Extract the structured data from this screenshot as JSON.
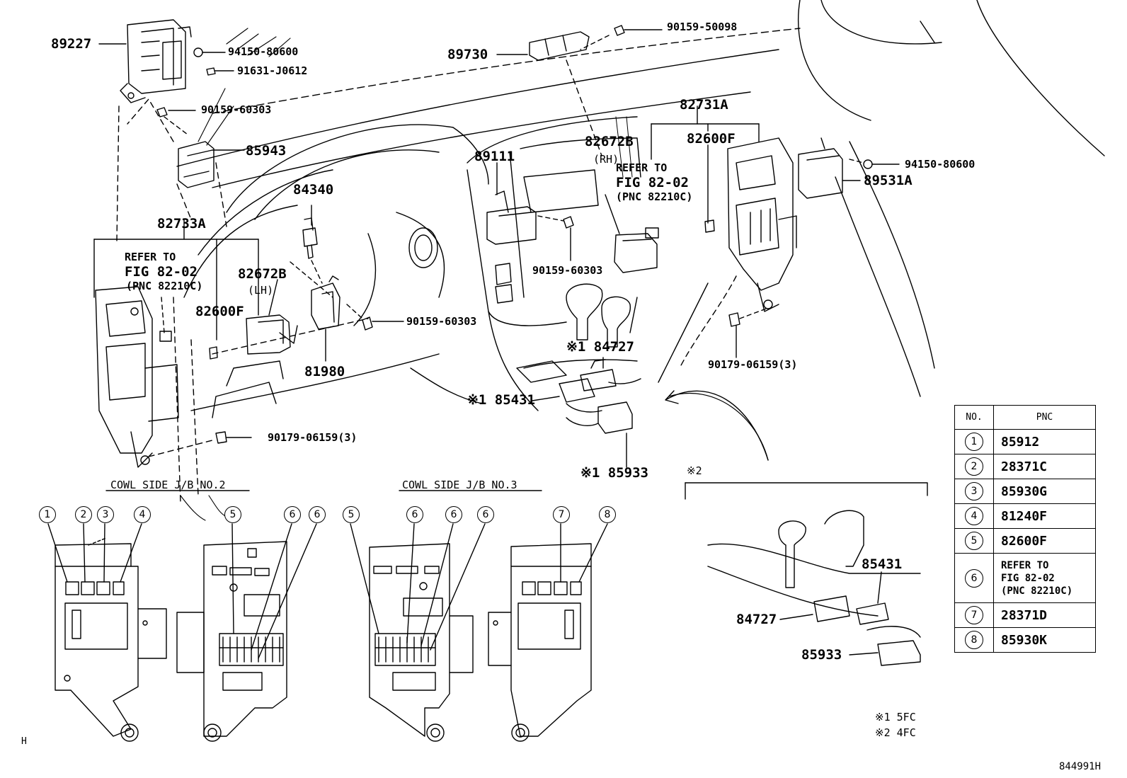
{
  "part_labels": {
    "p89227": "89227",
    "p94150_top": "94150-80600",
    "p91631": "91631-J0612",
    "p90159_60303_a": "90159-60303",
    "p85943": "85943",
    "p89730": "89730",
    "p90159_50098": "90159-50098",
    "p82731A": "82731A",
    "p82672B_rh": "82672B",
    "rh": "(RH)",
    "p82600F_r": "82600F",
    "p89111": "89111",
    "p94150_right": "94150-80600",
    "p89531A": "89531A",
    "p84340": "84340",
    "p82733A": "82733A",
    "p82672B_lh": "82672B",
    "lh": "(LH)",
    "p82600F_l": "82600F",
    "p90159_60303_b": "90159-60303",
    "p90159_60303_c": "90159-60303",
    "p81980": "81980",
    "p84727": "※1 84727",
    "p85431": "※1 85431",
    "p85933": "※1 85933",
    "p90179_right": "90179-06159(3)",
    "p90179_left": "90179-06159(3)",
    "p85431_inset": "85431",
    "p84727_inset": "84727",
    "p85933_inset": "85933"
  },
  "refer_notes": {
    "left": [
      "REFER TO",
      "FIG 82-02",
      "(PNC 82210C)"
    ],
    "right": [
      "REFER TO",
      "FIG 82-02",
      "(PNC 82210C)"
    ]
  },
  "section_headers": {
    "jb2": "COWL SIDE J/B NO.2",
    "jb3": "COWL SIDE J/B NO.3",
    "inset": "※2"
  },
  "callouts": {
    "jb2_front": [
      "1",
      "2",
      "3",
      "4"
    ],
    "jb2_back": [
      "5",
      "6",
      "6"
    ],
    "jb3_back": [
      "5",
      "6",
      "6",
      "6"
    ],
    "jb3_front": [
      "7",
      "8"
    ]
  },
  "footnotes": {
    "f1": "※1 5FC",
    "f2": "※2 4FC"
  },
  "corner_mark": "H",
  "figure_id": "844991H",
  "pnc_table": {
    "header_no": "NO.",
    "header_pnc": "PNC",
    "rows": [
      {
        "no": "1",
        "pnc": "85912"
      },
      {
        "no": "2",
        "pnc": "28371C"
      },
      {
        "no": "3",
        "pnc": "85930G"
      },
      {
        "no": "4",
        "pnc": "81240F"
      },
      {
        "no": "5",
        "pnc": "82600F"
      },
      {
        "no": "6",
        "pnc": "REFER TO|FIG 82-02|(PNC 82210C)"
      },
      {
        "no": "7",
        "pnc": "28371D"
      },
      {
        "no": "8",
        "pnc": "85930K"
      }
    ]
  }
}
